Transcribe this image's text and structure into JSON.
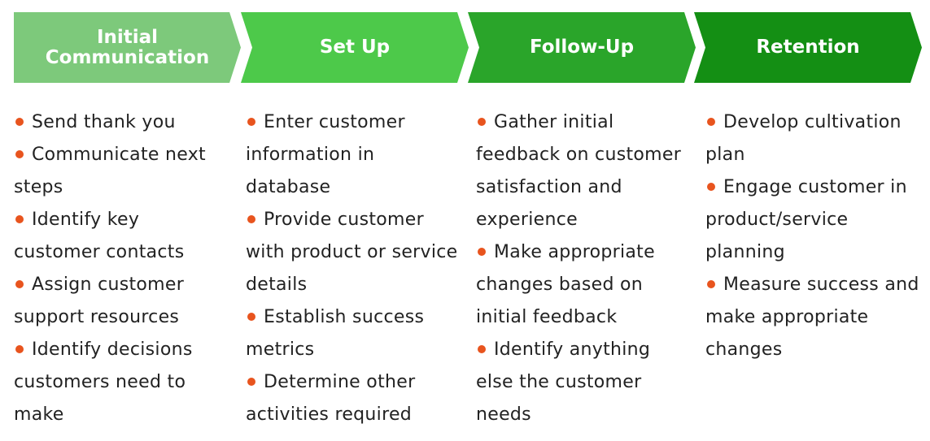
{
  "colors": {
    "stage1": "#7dc97b",
    "stage2": "#4dc94a",
    "stage3": "#2aa52a",
    "stage4": "#148f14",
    "bullet": "#e8541e",
    "text": "#222222"
  },
  "stages": [
    {
      "title_line1": "Initial",
      "title_line2": "Communication",
      "items": [
        {
          "line1": "Send thank you"
        },
        {
          "line1": "Communicate next",
          "line2": "steps"
        },
        {
          "line1": "Identify key",
          "line2": "customer contacts"
        },
        {
          "line1": "Assign customer",
          "line2": "support resources"
        },
        {
          "line1": "Identify decisions",
          "line2": "customers need to",
          "line3": "make"
        }
      ]
    },
    {
      "title_line1": "Set Up",
      "items": [
        {
          "line1": "Enter customer",
          "line2": "information in",
          "line3": "database"
        },
        {
          "line1": "Provide customer",
          "line2": "with product or service",
          "line3": "details"
        },
        {
          "line1": "Establish success",
          "line2": "metrics"
        },
        {
          "line1": "Determine other",
          "line2": "activities required"
        }
      ]
    },
    {
      "title_line1": "Follow-Up",
      "items": [
        {
          "line1": "Gather initial",
          "line2": "feedback on customer",
          "line3": "satisfaction and",
          "line4": "experience"
        },
        {
          "line1": "Make appropriate",
          "line2": "changes based on",
          "line3": "initial feedback"
        },
        {
          "line1": "Identify anything",
          "line2": "else the customer",
          "line3": "needs"
        }
      ]
    },
    {
      "title_line1": "Retention",
      "items": [
        {
          "line1": "Develop cultivation",
          "line2": "plan"
        },
        {
          "line1": "Engage customer in",
          "line2": "product/service",
          "line3": "planning"
        },
        {
          "line1": "Measure success and",
          "line2": "make appropriate",
          "line3": "changes"
        }
      ]
    }
  ]
}
